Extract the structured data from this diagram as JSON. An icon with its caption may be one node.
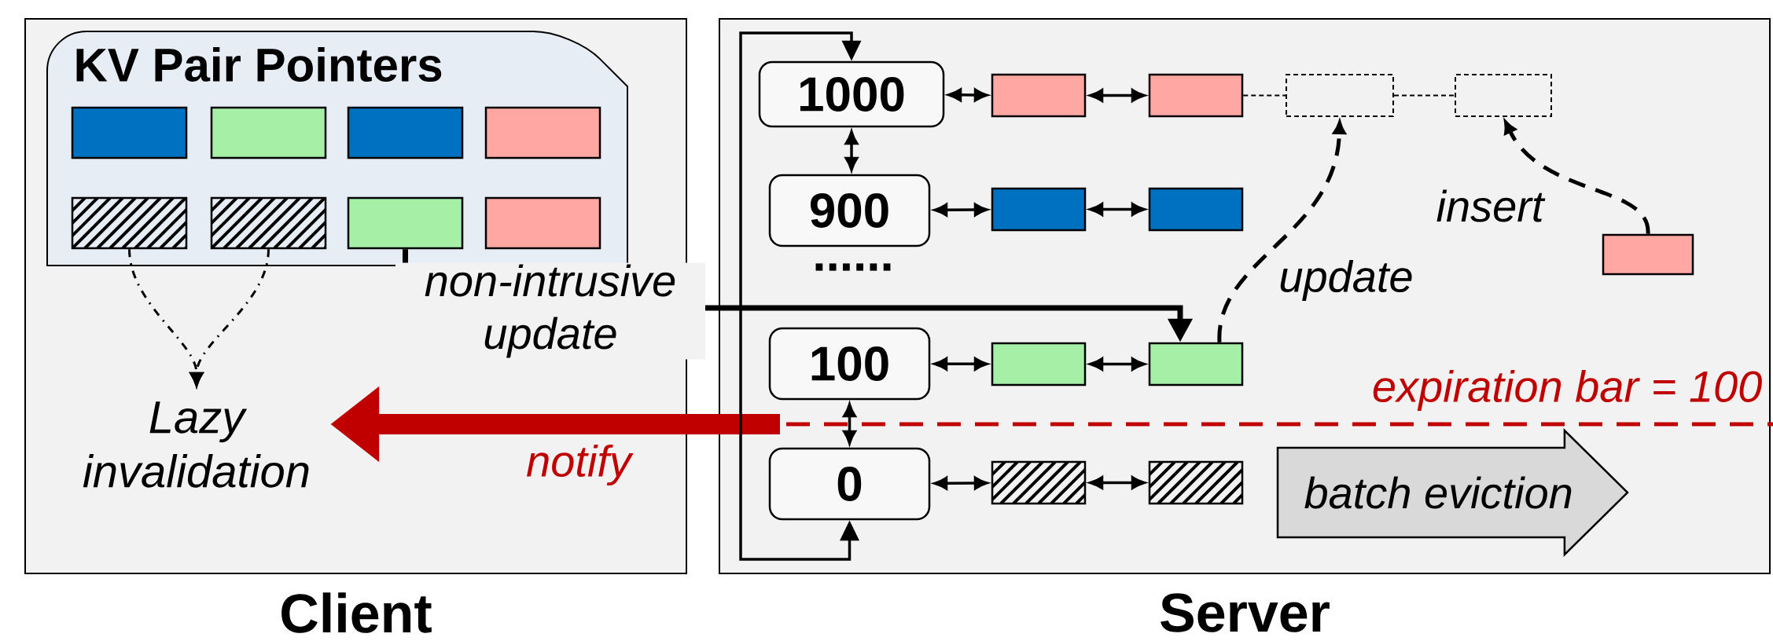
{
  "diagram": {
    "nodes": [
      {
        "text": [
          "Client"
        ]
      },
      {
        "text": [
          "KV Pair Pointers"
        ],
        "in": 0
      },
      {
        "text": [],
        "shape": "box",
        "in": 1
      },
      {
        "text": [],
        "shape": "box",
        "in": 1
      },
      {
        "text": [],
        "shape": "box",
        "in": 1
      },
      {
        "text": [],
        "shape": "box",
        "in": 1
      },
      {
        "text": [],
        "shape": "box",
        "in": 1
      },
      {
        "text": [],
        "shape": "box",
        "in": 1
      },
      {
        "text": [],
        "shape": "box",
        "in": 1
      },
      {
        "text": [],
        "shape": "box",
        "in": 1
      },
      {
        "text": [
          "Lazy invalidation"
        ],
        "in": 0
      },
      {
        "text": [
          "Server"
        ]
      },
      {
        "text": [
          "1000"
        ],
        "in": 11
      },
      {
        "text": [
          "900"
        ],
        "in": 11
      },
      {
        "text": [
          "100"
        ],
        "in": 11
      },
      {
        "text": [
          "0"
        ],
        "in": 11
      },
      {
        "text": [],
        "shape": "box",
        "in": 11
      },
      {
        "text": [],
        "shape": "box",
        "in": 11
      },
      {
        "text": [],
        "shape": "box",
        "in": 11
      },
      {
        "text": [],
        "shape": "box",
        "in": 11
      },
      {
        "text": [],
        "shape": "box",
        "in": 11
      },
      {
        "text": [],
        "shape": "box",
        "in": 11
      },
      {
        "text": [],
        "shape": "box",
        "in": 11
      },
      {
        "text": [],
        "shape": "box",
        "in": 11
      },
      {
        "text": [],
        "shape": "box",
        "in": 11
      },
      {
        "text": [],
        "shape": "box",
        "in": 11
      },
      {
        "text": [],
        "shape": "box",
        "in": 11
      },
      {
        "text": [
          "batch eviction"
        ],
        "in": 11
      }
    ],
    "edges": [
      {
        "from": 6,
        "to": 10,
        "arrow": "to",
        "style": "dashed"
      },
      {
        "from": 7,
        "to": 10,
        "arrow": "to",
        "style": "dashed"
      },
      {
        "from": 8,
        "to": 23,
        "arrow": "to",
        "style": "thick",
        "label": "non-intrusive update"
      },
      {
        "from": null,
        "to": 10,
        "arrow": "to",
        "style": "thick",
        "color": "#c00000",
        "label": "notify"
      },
      {
        "from": 12,
        "to": 13,
        "arrow": "both"
      },
      {
        "from": 14,
        "to": 15,
        "arrow": "both"
      },
      {
        "from": 12,
        "to": 15,
        "arrow": "both"
      },
      {
        "from": 12,
        "to": 16,
        "arrow": "both"
      },
      {
        "from": 16,
        "to": 17,
        "arrow": "both"
      },
      {
        "from": 17,
        "to": 18,
        "arrow": "none",
        "style": "dashed"
      },
      {
        "from": 18,
        "to": 19,
        "arrow": "none",
        "style": "dashed"
      },
      {
        "from": 13,
        "to": 20,
        "arrow": "both"
      },
      {
        "from": 20,
        "to": 21,
        "arrow": "both"
      },
      {
        "from": 14,
        "to": 22,
        "arrow": "both"
      },
      {
        "from": 22,
        "to": 23,
        "arrow": "both"
      },
      {
        "from": 15,
        "to": 24,
        "arrow": "both"
      },
      {
        "from": 24,
        "to": 25,
        "arrow": "both"
      },
      {
        "from": 23,
        "to": 18,
        "arrow": "to",
        "style": "dashed",
        "label": "update"
      },
      {
        "from": 26,
        "to": 19,
        "arrow": "to",
        "style": "dashed",
        "label": "insert"
      }
    ],
    "labels": [
      "......",
      "expiration bar = 100"
    ]
  }
}
